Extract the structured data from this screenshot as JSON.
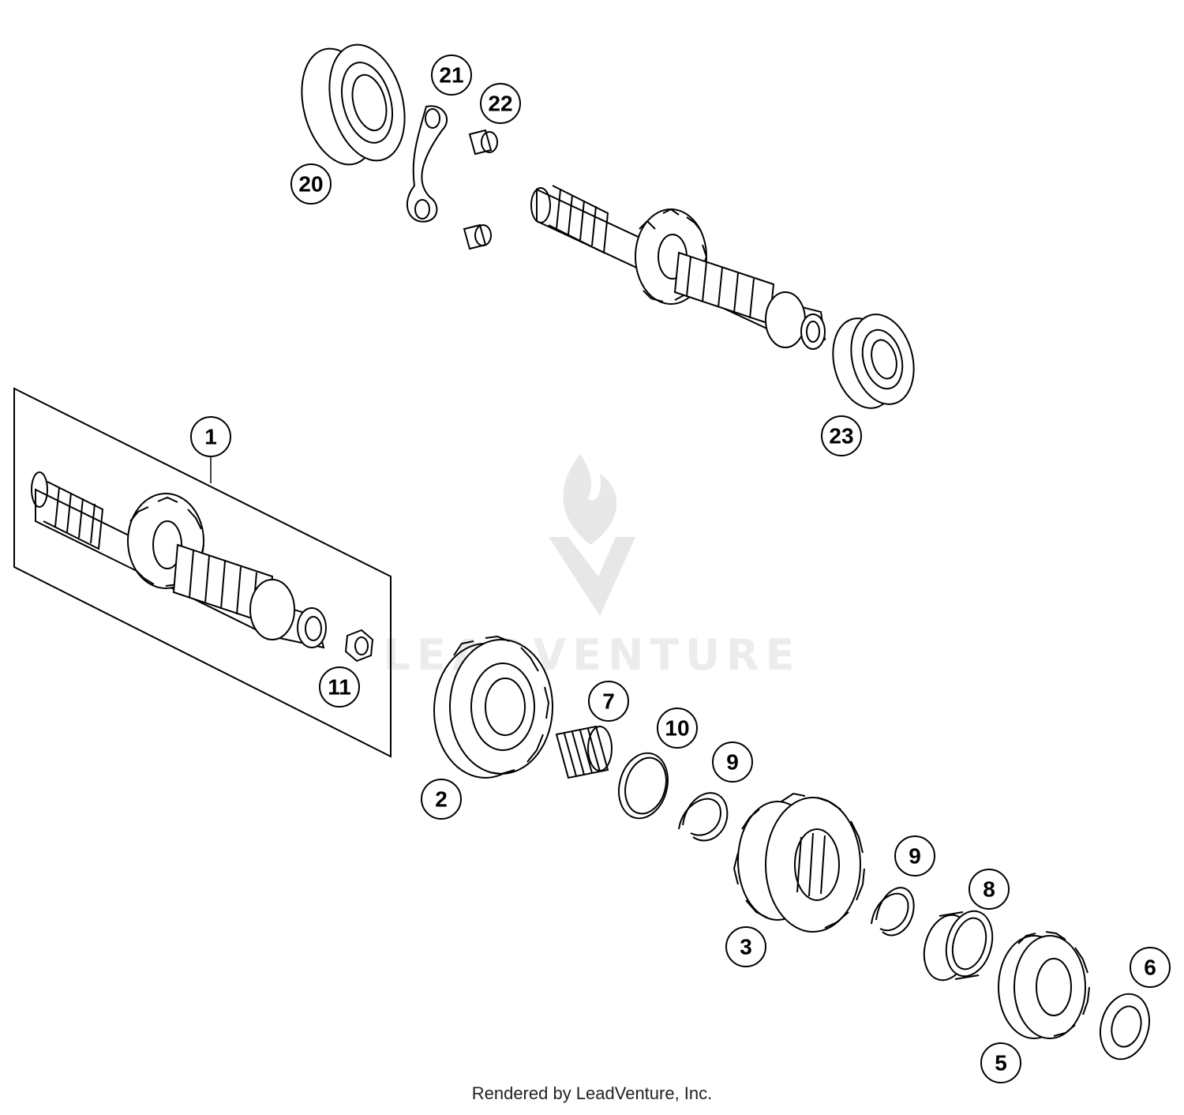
{
  "diagram": {
    "callouts": [
      "1",
      "2",
      "3",
      "5",
      "6",
      "7",
      "8",
      "9",
      "9",
      "10",
      "11",
      "20",
      "21",
      "22",
      "23"
    ],
    "watermark": "LEADVENTURE",
    "footer": "Rendered by LeadVenture, Inc."
  },
  "colors": {
    "line": "#000000",
    "watermark": "#e6e6e6"
  }
}
